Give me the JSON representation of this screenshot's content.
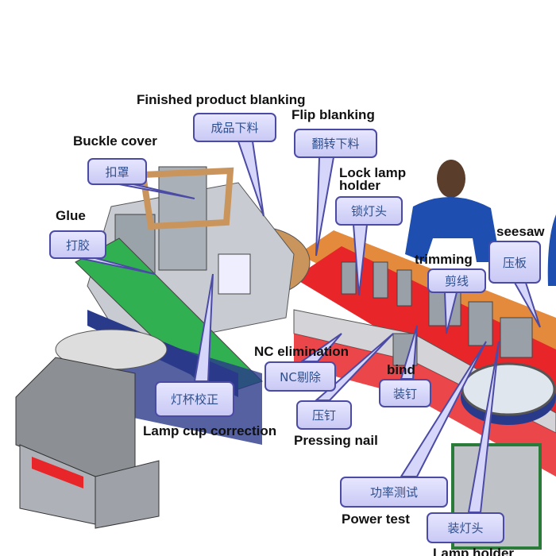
{
  "callouts": [
    {
      "id": "finished",
      "zh": "成品下料",
      "en": "Finished product blanking"
    },
    {
      "id": "flip",
      "zh": "翻转下料",
      "en": "Flip blanking"
    },
    {
      "id": "buckle",
      "zh": "扣罩",
      "en": "Buckle cover"
    },
    {
      "id": "glue",
      "zh": "打胶",
      "en": "Glue"
    },
    {
      "id": "lock",
      "zh": "锁灯头",
      "en": "Lock lamp holder"
    },
    {
      "id": "seesaw",
      "zh": "压板",
      "en": "seesaw"
    },
    {
      "id": "trimming",
      "zh": "剪线",
      "en": "trimming"
    },
    {
      "id": "cup",
      "zh": "灯杯校正",
      "en": "Lamp cup correction"
    },
    {
      "id": "nc",
      "zh": "NC剔除",
      "en": "NC elimination"
    },
    {
      "id": "bind",
      "zh": "装钉",
      "en": "bind"
    },
    {
      "id": "nail",
      "zh": "压钉",
      "en": "Pressing nail"
    },
    {
      "id": "power",
      "zh": "功率测试",
      "en": "Power test"
    },
    {
      "id": "holder",
      "zh": "装灯头",
      "en": "Lamp holder"
    }
  ],
  "colors": {
    "bubble_border": "#4b4ba6",
    "bubble_fill": "#d6d6fa",
    "bubble_text": "#2f4e8c",
    "frame": "#2a3a8a",
    "accent_red": "#e8262a",
    "table_orange": "#e38a3c",
    "worker_blue": "#1e4fb0"
  }
}
